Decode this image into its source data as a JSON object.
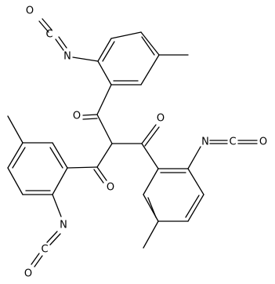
{
  "molecule": {
    "atom_labels": {
      "o_nco_top": "O",
      "c_nco_top": "C",
      "n_nco_top": "N",
      "o_ketone_top": "O",
      "o_ketone_right": "O",
      "n_nco_right": "N",
      "c_nco_right": "C",
      "o_nco_right": "O",
      "o_ketone_left": "O",
      "n_nco_bottom": "N",
      "c_nco_bottom": "C",
      "o_nco_bottom": "O"
    }
  },
  "colors": {
    "bond": "#000000",
    "background": "#ffffff"
  }
}
